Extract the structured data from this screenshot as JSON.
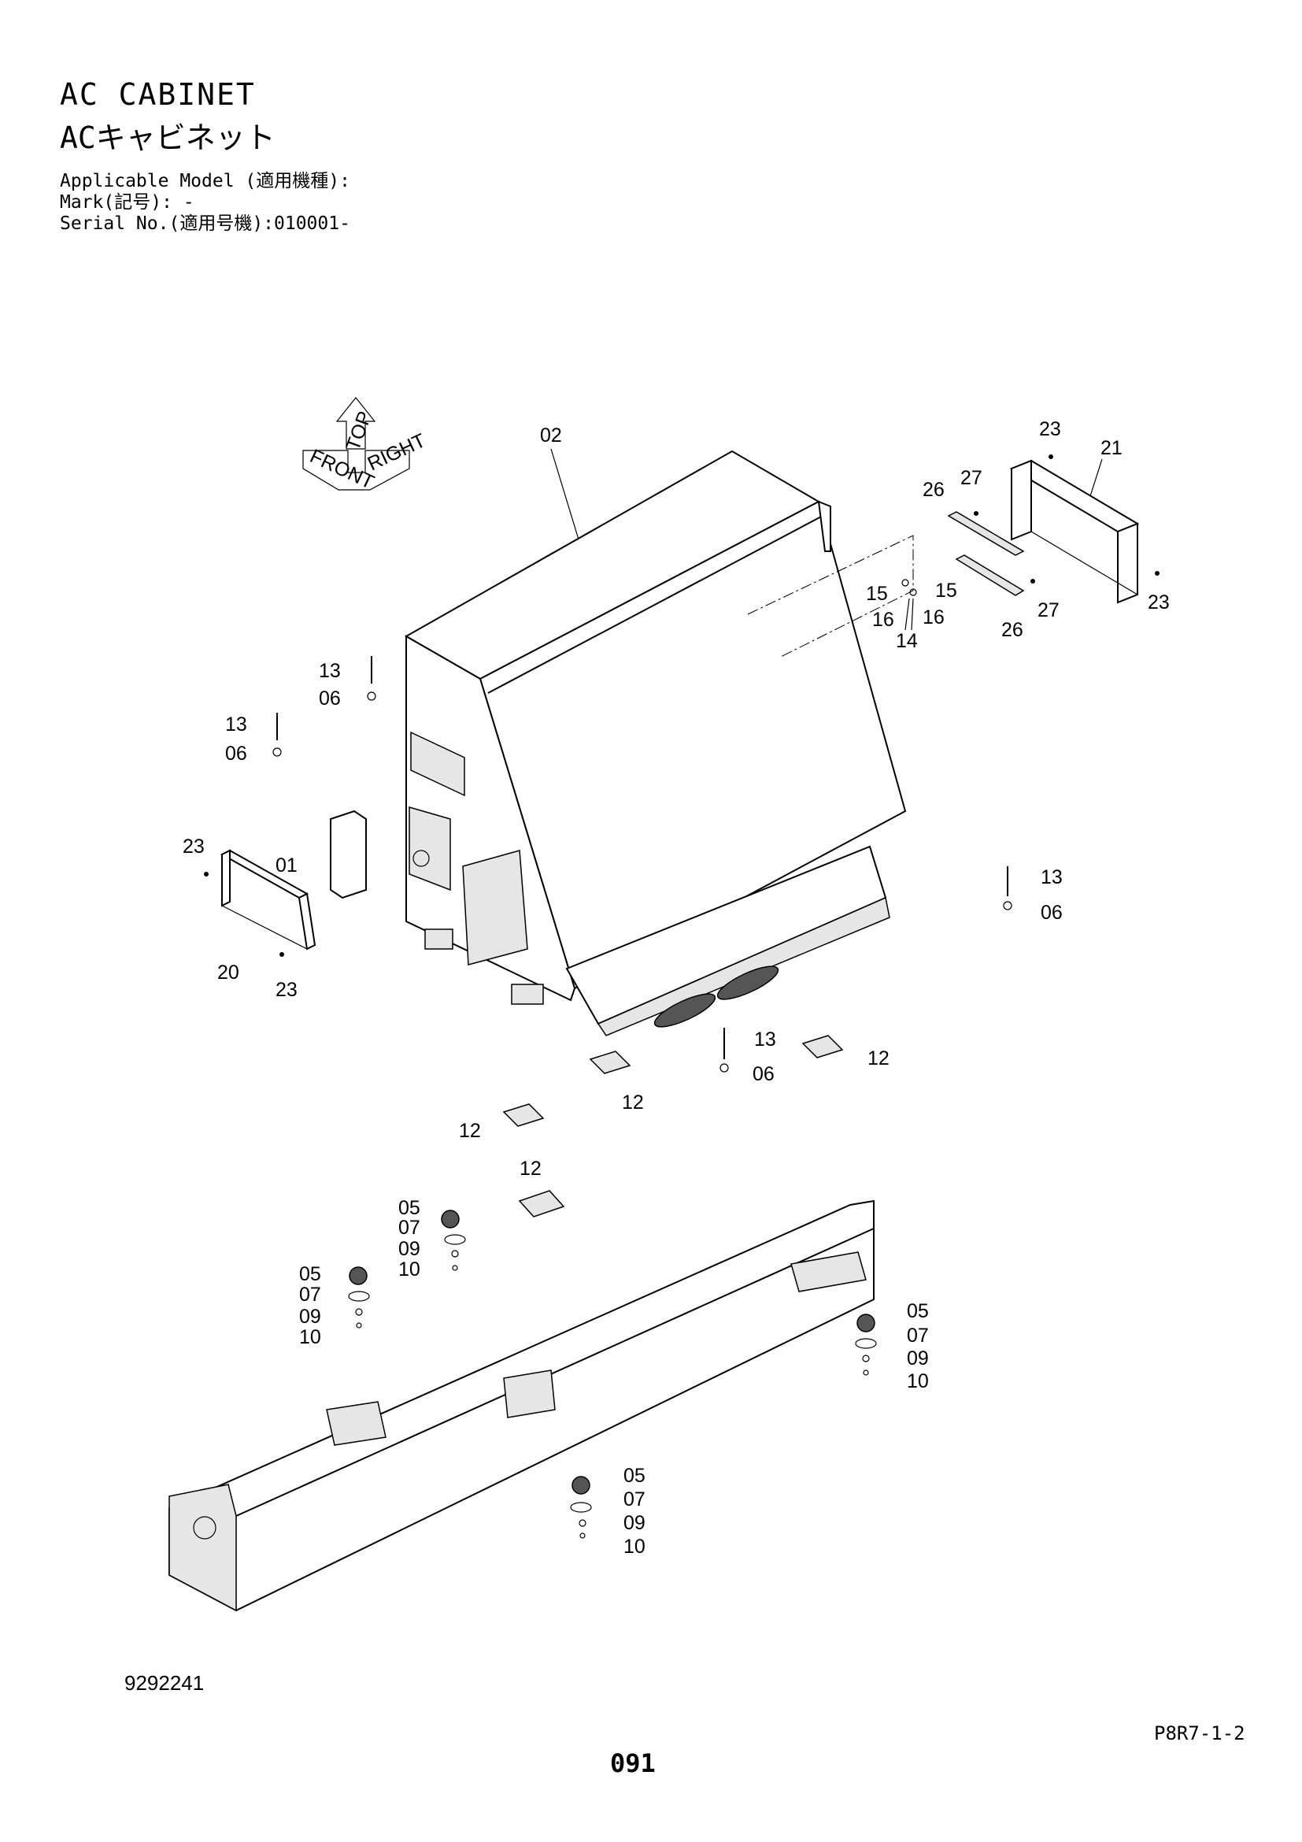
{
  "header": {
    "title_en": "AC CABINET",
    "title_jp": "ACキャビネット",
    "applicable_model": "Applicable Model (適用機種):",
    "mark": "Mark(記号): -",
    "serial_no": "Serial No.(適用号機):010001-"
  },
  "orientation": {
    "top": "TOP",
    "front": "FRONT",
    "right": "RIGHT"
  },
  "callouts": {
    "c02": "02",
    "c21": "21",
    "c23a": "23",
    "c23b": "23",
    "c23c": "23",
    "c23d": "23",
    "c26a": "26",
    "c26b": "26",
    "c27a": "27",
    "c27b": "27",
    "c15a": "15",
    "c15b": "15",
    "c16a": "16",
    "c16b": "16",
    "c14": "14",
    "c13a": "13",
    "c13b": "13",
    "c13c": "13",
    "c13d": "13",
    "c06a": "06",
    "c06b": "06",
    "c06c": "06",
    "c06d": "06",
    "c01": "01",
    "c20": "20",
    "c12a": "12",
    "c12b": "12",
    "c12c": "12",
    "c12d": "12",
    "c05a": "05",
    "c07a": "07",
    "c09a": "09",
    "c10a": "10",
    "c05b": "05",
    "c07b": "07",
    "c09b": "09",
    "c10b": "10",
    "c05c": "05",
    "c07c": "07",
    "c09c": "09",
    "c10c": "10",
    "c05d": "05",
    "c07d": "07",
    "c09d": "09",
    "c10d": "10"
  },
  "footer": {
    "drawing_number": "9292241",
    "page_ref": "P8R7-1-2",
    "page_number": "091"
  }
}
